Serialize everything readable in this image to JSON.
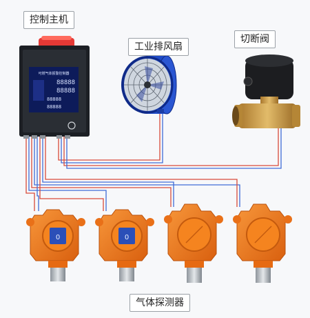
{
  "labels": {
    "controller": "控制主机",
    "fan": "工业排风扇",
    "valve": "切断阀",
    "detectors": "气体探测器"
  },
  "controller_screen": {
    "title": "可燃气体报警控制器",
    "digits_row1": "88888",
    "digits_row2": "88888",
    "digits_row3": "88888",
    "digits_row4": "88888"
  },
  "detector_display": {
    "value": "0"
  },
  "colors": {
    "detector_orange": "#f07b1d",
    "fan_blue": "#1f4bc6",
    "brass": "#c79a45",
    "controller_body": "#1c1f24",
    "alarm_red": "#e53935",
    "wire_red": "#d84a3a",
    "wire_blue": "#3f6bd6"
  }
}
